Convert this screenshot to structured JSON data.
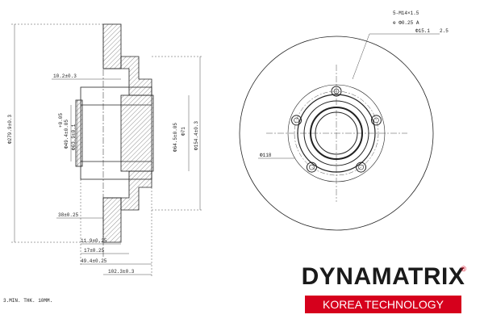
{
  "colors": {
    "line": "#222222",
    "hatch": "#444444",
    "brand_red": "#d6001c",
    "brand_dark": "#1a1a1a"
  },
  "section_view": {
    "dims": {
      "hub_offset": "10.2±0.3",
      "outer_dia": "Φ279.9±0.3",
      "bore_dia": "Φ49.4±0.05",
      "bore_tol": "+0.05",
      "center_dia": "Φ63.9±0.1",
      "register_dia": "Φ64.5±0.05",
      "register_dia2": "Φ71",
      "hat_dia": "Φ154.4±0.3",
      "flange_width": "38±0.25",
      "thickness1": "11.9±0.25",
      "thickness2": "17±0.25",
      "hat_height": "49.4±0.25",
      "overall": "102.3±0.3"
    }
  },
  "face_view": {
    "bolt_pattern": "5-M14×1.5",
    "position_tol": "⊕ Φ0.25 A",
    "small_dia": "Φ15.1",
    "small_depth": "2.5",
    "pcd_label": "Φ118"
  },
  "footer_note": "3.MIN. THK. 10MM.",
  "logo": {
    "wordmark": "DYNAMATRIX",
    "registered": "®",
    "tagline": "KOREA TECHNOLOGY"
  }
}
